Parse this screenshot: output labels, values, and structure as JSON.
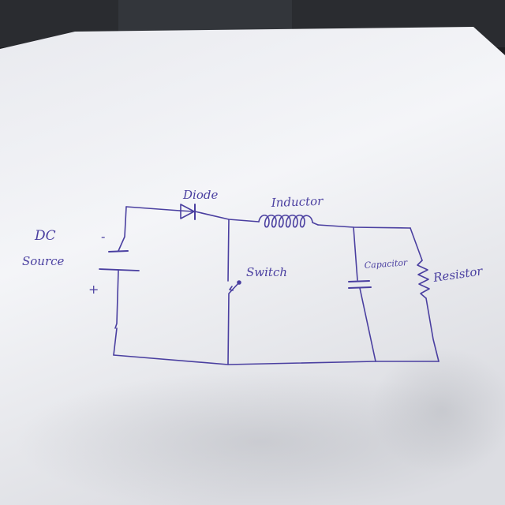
{
  "colors": {
    "background_dark": "#1e1f22",
    "paper": "#f3f4f7",
    "paper_shadow": "#cfd1d6",
    "ink": "#4a3fa0"
  },
  "diagram": {
    "source_label_line1": "DC",
    "source_label_line2": "Source",
    "minus_sign": "-",
    "plus_sign": "+",
    "diode_label": "Diode",
    "inductor_label": "Inductor",
    "switch_label": "Switch",
    "capacitor_label": "Capacitor",
    "resistor_label": "Resistor"
  }
}
